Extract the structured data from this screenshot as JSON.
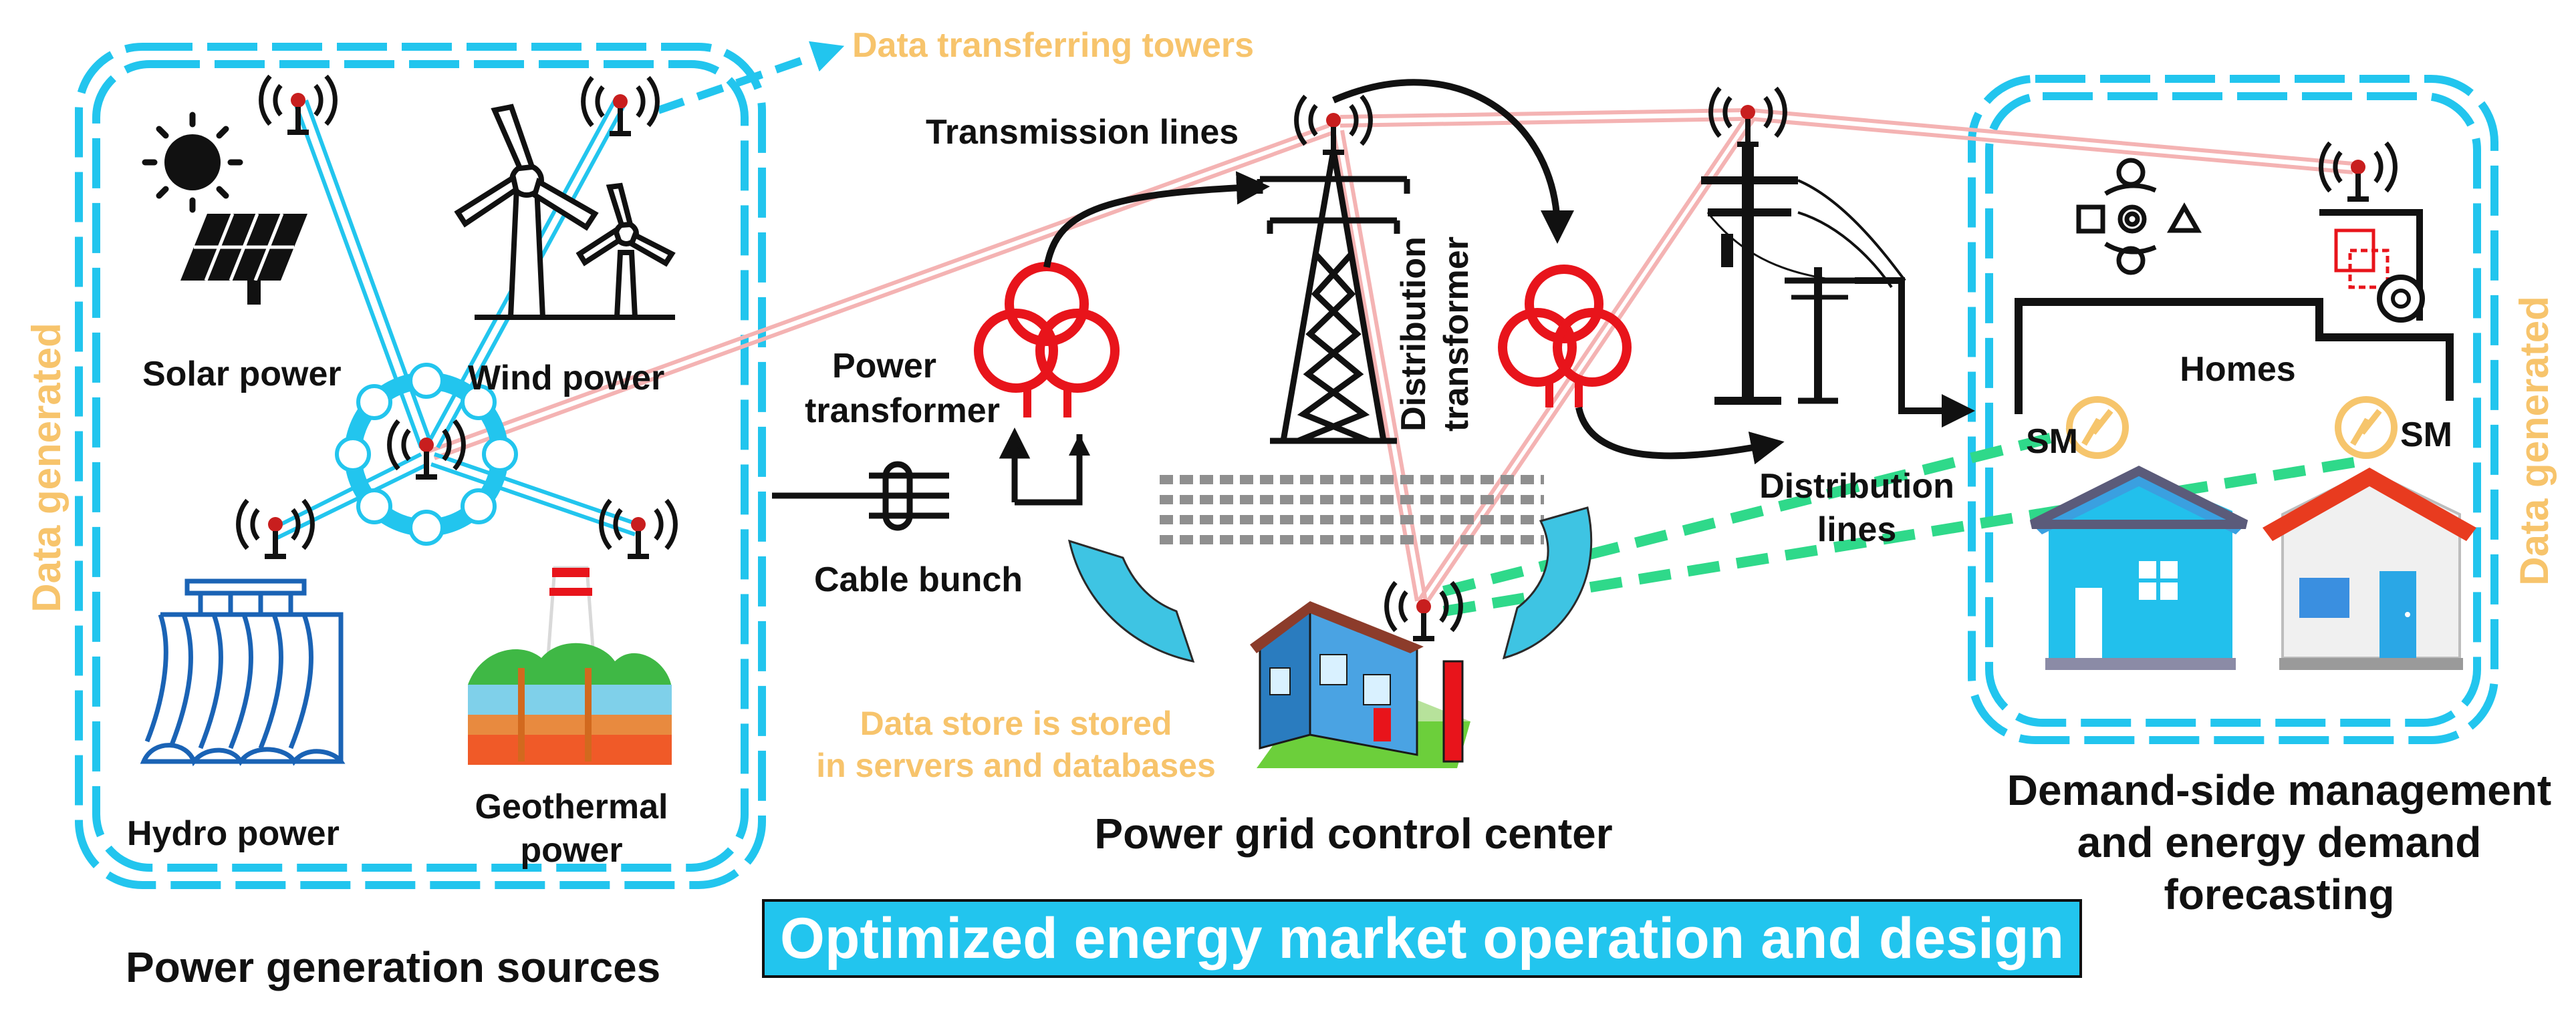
{
  "labels": {
    "data_towers": "Data transferring towers",
    "data_generated_left": "Data generated",
    "data_generated_right": "Data generated",
    "solar": "Solar power",
    "wind": "Wind power",
    "hydro": "Hydro power",
    "geothermal_1": "Geothermal",
    "geothermal_2": "power",
    "gen_sources": "Power generation sources",
    "transmission": "Transmission lines",
    "power_tf_1": "Power",
    "power_tf_2": "transformer",
    "cable_bunch": "Cable bunch",
    "dist_tf_1": "Distribution",
    "dist_tf_2": "transformer",
    "dist_lines_1": "Distribution",
    "dist_lines_2": "lines",
    "data_store_1": "Data store is stored",
    "data_store_2": "in servers and databases",
    "control_center": "Power grid control center",
    "homes": "Homes",
    "sm_left": "SM",
    "sm_right": "SM",
    "dsm_1": "Demand-side management",
    "dsm_2": "and energy demand",
    "dsm_3": "forecasting",
    "title": "Optimized energy market operation and design"
  },
  "colors": {
    "accent_blue": "#22c5ee",
    "orange_text": "#f7c46c",
    "red": "#e8141b",
    "green_link": "#2fd98a",
    "pink_link": "#f2aaaa"
  }
}
